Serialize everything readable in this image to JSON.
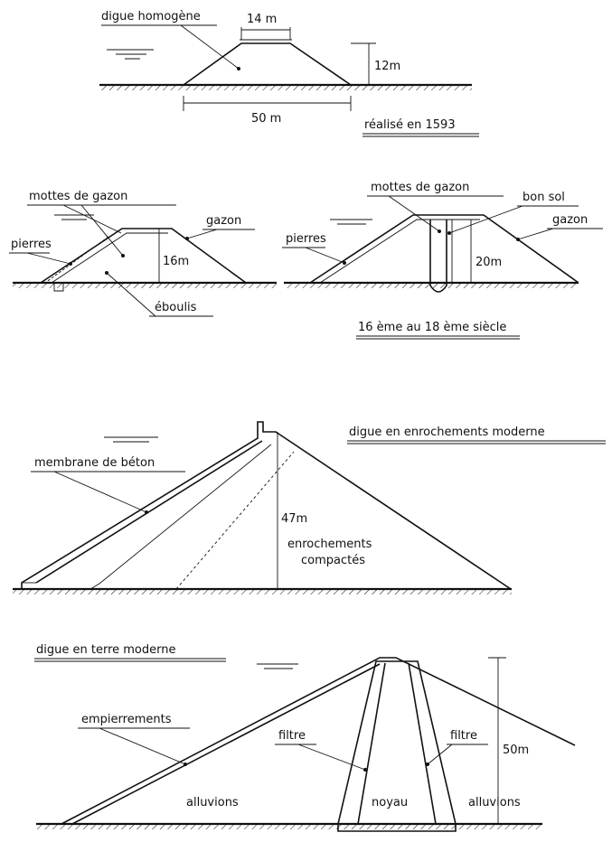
{
  "section1": {
    "title": "digue homogène",
    "crest_width": "14 m",
    "height": "12m",
    "base_width": "50 m",
    "date": "réalisé en 1593"
  },
  "section2": {
    "left_turf": "mottes de gazon",
    "left_stones": "pierres",
    "left_grass": "gazon",
    "left_height": "16m",
    "left_fill": "éboulis",
    "right_turf": "mottes de gazon",
    "right_soil": "bon sol",
    "right_stones": "pierres",
    "right_grass": "gazon",
    "right_height": "20m",
    "date": "16 ème au 18 ème siècle"
  },
  "section3": {
    "title": "digue en enrochements moderne",
    "membrane": "membrane de béton",
    "height": "47m",
    "fill_line1": "enrochements",
    "fill_line2": "compactés"
  },
  "section4": {
    "title": "digue en terre moderne",
    "riprap": "empierrements",
    "filter_left": "filtre",
    "filter_right": "filtre",
    "height": "50m",
    "left_fill": "alluvions",
    "core": "noyau",
    "right_fill": "alluvions"
  }
}
